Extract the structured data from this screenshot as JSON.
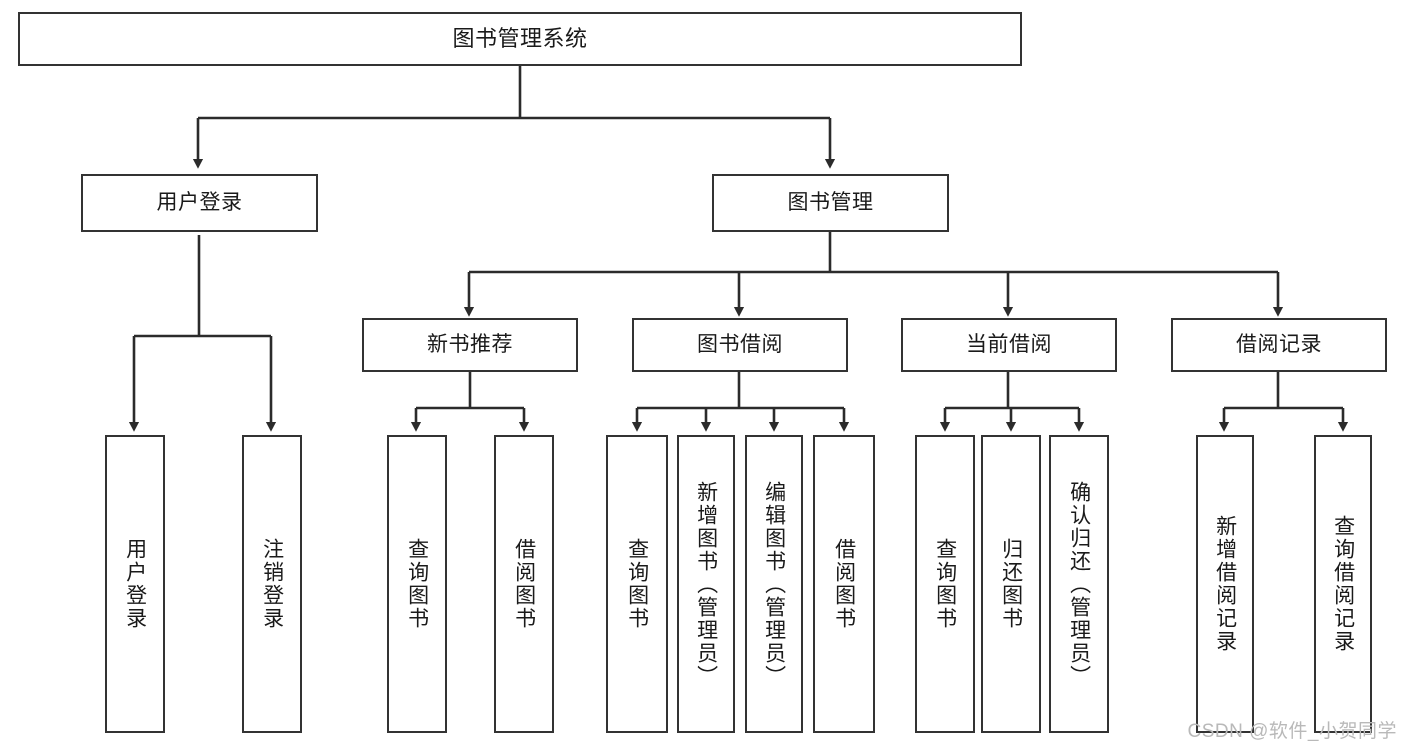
{
  "diagram": {
    "type": "tree",
    "title": "图书管理系统",
    "watermark": "CSDN @软件_小贺同学",
    "colors": {
      "background": "#ffffff",
      "border": "#333333",
      "text": "#1a1a1a",
      "edge": "#2b2b2b",
      "watermark": "#b9b9b9"
    },
    "nodes": {
      "root": {
        "label": "图书管理系统"
      },
      "level2": [
        {
          "id": "user-login",
          "label": "用户登录"
        },
        {
          "id": "book-manage",
          "label": "图书管理"
        }
      ],
      "level3": [
        {
          "id": "new-book-recommend",
          "label": "新书推荐",
          "parent": "book-manage"
        },
        {
          "id": "book-borrow",
          "label": "图书借阅",
          "parent": "book-manage"
        },
        {
          "id": "current-borrow",
          "label": "当前借阅",
          "parent": "book-manage"
        },
        {
          "id": "borrow-record",
          "label": "借阅记录",
          "parent": "book-manage"
        }
      ],
      "leaves": [
        {
          "id": "leaf-user-login",
          "label": "用户登录",
          "parent": "user-login"
        },
        {
          "id": "leaf-logout",
          "label": "注销登录",
          "parent": "user-login"
        },
        {
          "id": "leaf-query-book-1",
          "label": "查询图书",
          "parent": "new-book-recommend"
        },
        {
          "id": "leaf-borrow-book-1",
          "label": "借阅图书",
          "parent": "new-book-recommend"
        },
        {
          "id": "leaf-query-book-2",
          "label": "查询图书",
          "parent": "book-borrow"
        },
        {
          "id": "leaf-add-book",
          "label": "新增图书（管理员）",
          "parent": "book-borrow"
        },
        {
          "id": "leaf-edit-book",
          "label": "编辑图书（管理员）",
          "parent": "book-borrow"
        },
        {
          "id": "leaf-borrow-book-2",
          "label": "借阅图书",
          "parent": "book-borrow"
        },
        {
          "id": "leaf-query-book-3",
          "label": "查询图书",
          "parent": "current-borrow"
        },
        {
          "id": "leaf-return-book",
          "label": "归还图书",
          "parent": "current-borrow"
        },
        {
          "id": "leaf-confirm-return",
          "label": "确认归还（管理员）",
          "parent": "current-borrow"
        },
        {
          "id": "leaf-add-record",
          "label": "新增借阅记录",
          "parent": "borrow-record"
        },
        {
          "id": "leaf-query-record",
          "label": "查询借阅记录",
          "parent": "borrow-record"
        }
      ]
    }
  }
}
